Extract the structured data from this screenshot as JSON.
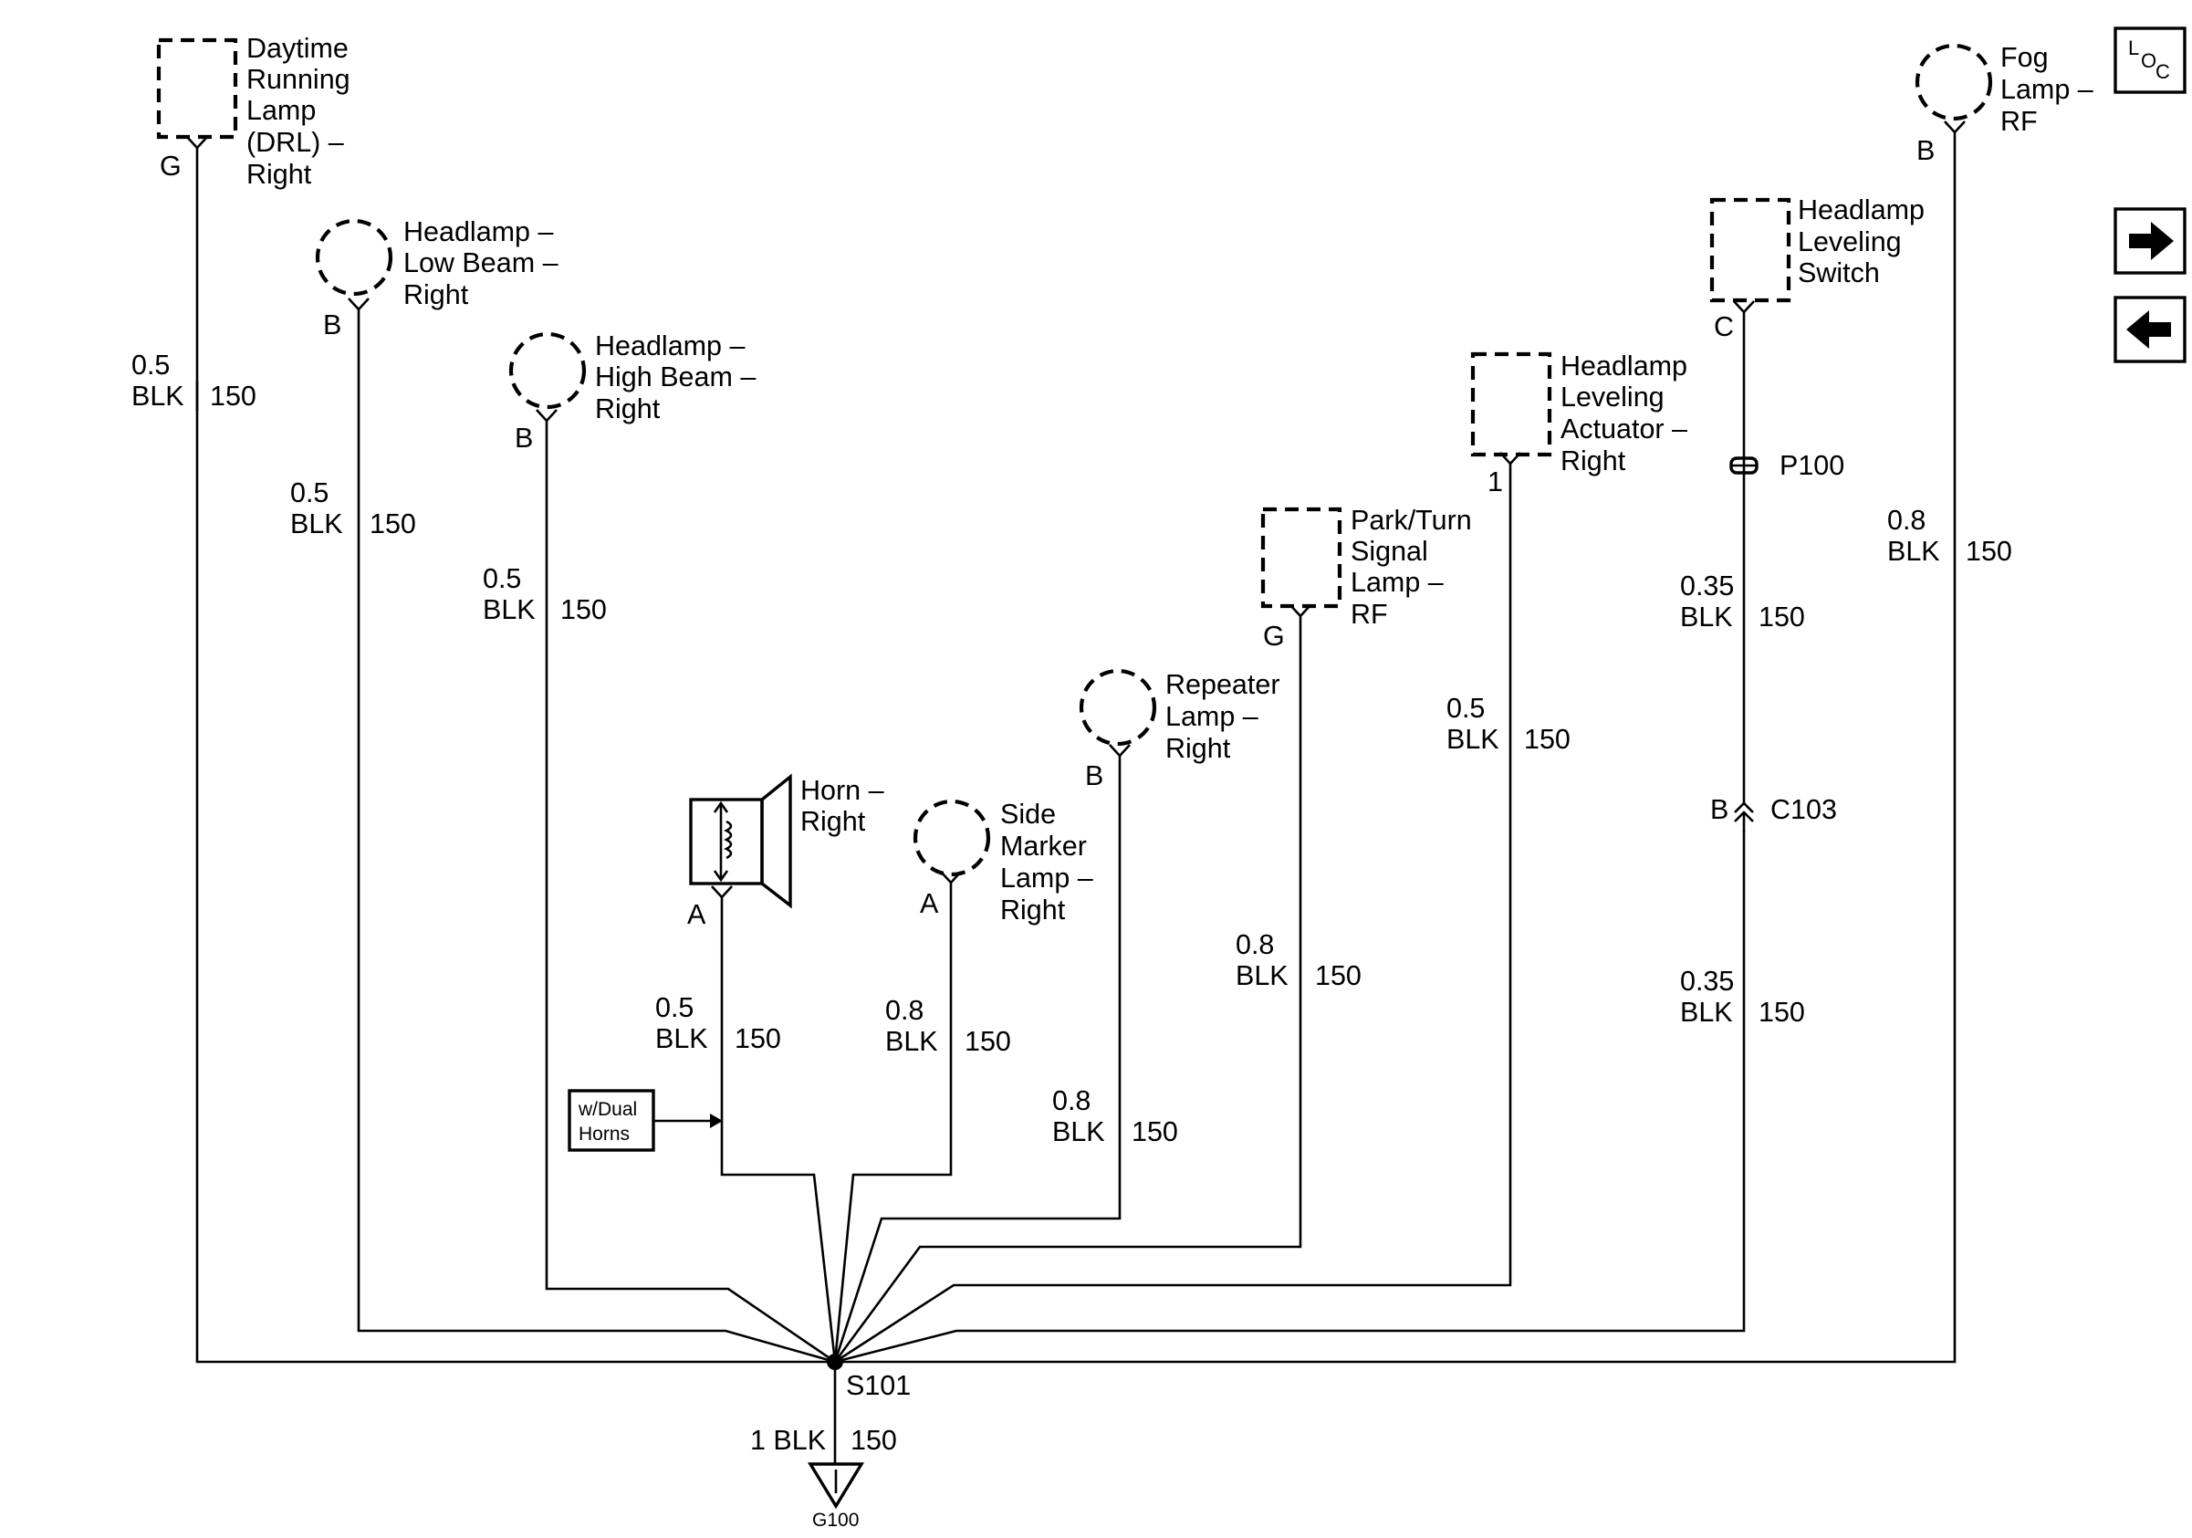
{
  "components": {
    "drl_right": {
      "label": [
        "Daytime",
        "Running",
        "Lamp",
        "(DRL) –",
        "Right"
      ],
      "pin": "G"
    },
    "headlamp_low_right": {
      "label": [
        "Headlamp –",
        "Low Beam –",
        "Right"
      ],
      "pin": "B"
    },
    "headlamp_high_right": {
      "label": [
        "Headlamp –",
        "High Beam –",
        "Right"
      ],
      "pin": "B"
    },
    "horn_right": {
      "label": [
        "Horn –",
        "Right"
      ],
      "pin": "A"
    },
    "side_marker_right": {
      "label": [
        "Side",
        "Marker",
        "Lamp –",
        "Right"
      ],
      "pin": "A"
    },
    "repeater_right": {
      "label": [
        "Repeater",
        "Lamp –",
        "Right"
      ],
      "pin": "B"
    },
    "park_turn_rf": {
      "label": [
        "Park/Turn",
        "Signal",
        "Lamp –",
        "RF"
      ],
      "pin": "G"
    },
    "leveling_actuator_right": {
      "label": [
        "Headlamp",
        "Leveling",
        "Actuator –",
        "Right"
      ],
      "pin": "1"
    },
    "leveling_switch": {
      "label": [
        "Headlamp",
        "Leveling",
        "Switch"
      ],
      "pin": "C"
    },
    "fog_rf": {
      "label": [
        "Fog",
        "Lamp –",
        "RF"
      ],
      "pin": "B"
    }
  },
  "wires": {
    "drl": {
      "size": "0.5",
      "color": "BLK",
      "circuit": "150"
    },
    "low_beam": {
      "size": "0.5",
      "color": "BLK",
      "circuit": "150"
    },
    "high_beam": {
      "size": "0.5",
      "color": "BLK",
      "circuit": "150"
    },
    "horn": {
      "size": "0.5",
      "color": "BLK",
      "circuit": "150"
    },
    "side_marker": {
      "size": "0.8",
      "color": "BLK",
      "circuit": "150"
    },
    "repeater": {
      "size": "0.8",
      "color": "BLK",
      "circuit": "150"
    },
    "park_turn": {
      "size": "0.8",
      "color": "BLK",
      "circuit": "150"
    },
    "actuator": {
      "size": "0.5",
      "color": "BLK",
      "circuit": "150"
    },
    "switch_upper": {
      "size": "0.35",
      "color": "BLK",
      "circuit": "150"
    },
    "switch_lower": {
      "size": "0.35",
      "color": "BLK",
      "circuit": "150"
    },
    "fog": {
      "size": "0.8",
      "color": "BLK",
      "circuit": "150"
    },
    "ground": {
      "size_color": "1 BLK",
      "circuit": "150"
    }
  },
  "splice": {
    "label": "S101"
  },
  "connector_p100": {
    "label": "P100"
  },
  "connector_c103": {
    "label": "C103",
    "pin": "B"
  },
  "ground": {
    "label": "G100"
  },
  "option_note": {
    "line1": "w/Dual",
    "line2": "Horns"
  },
  "loc_button": {
    "letter1": "L",
    "letter2": "O",
    "letter3": "C"
  },
  "nav": {
    "next_icon": "arrow-right-icon",
    "prev_icon": "arrow-left-icon"
  }
}
